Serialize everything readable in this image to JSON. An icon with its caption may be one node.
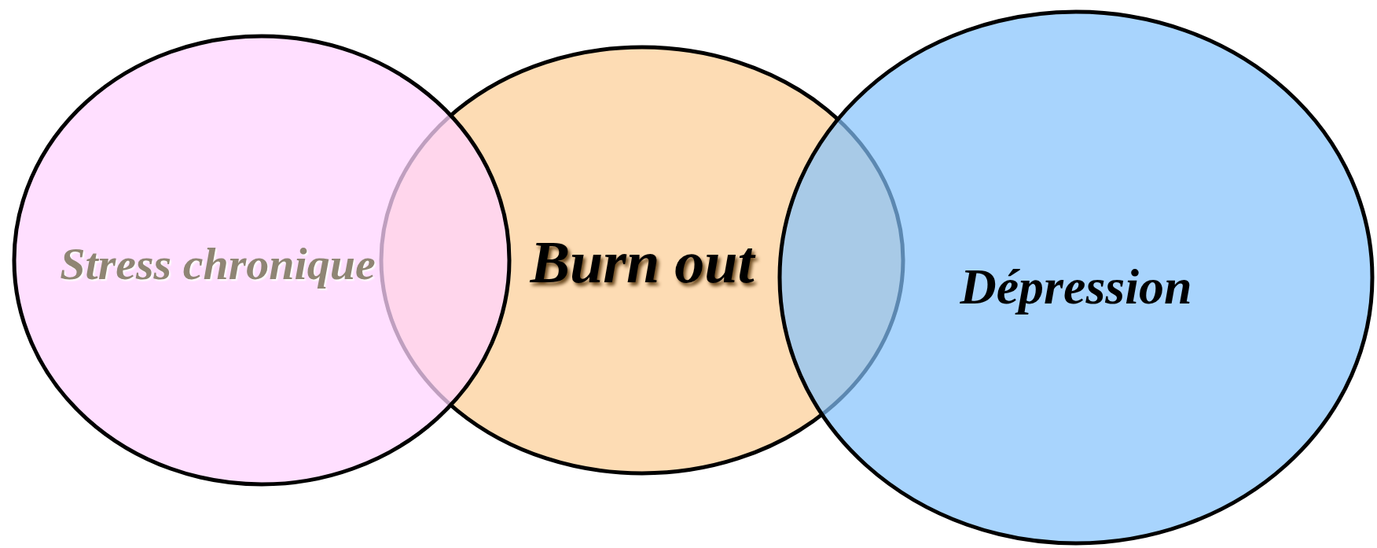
{
  "diagram": {
    "nodes": [
      {
        "text": [
          "Stress chronique"
        ]
      },
      {
        "text": [
          "Burn out"
        ]
      },
      {
        "text": [
          "Dépression"
        ]
      }
    ]
  }
}
